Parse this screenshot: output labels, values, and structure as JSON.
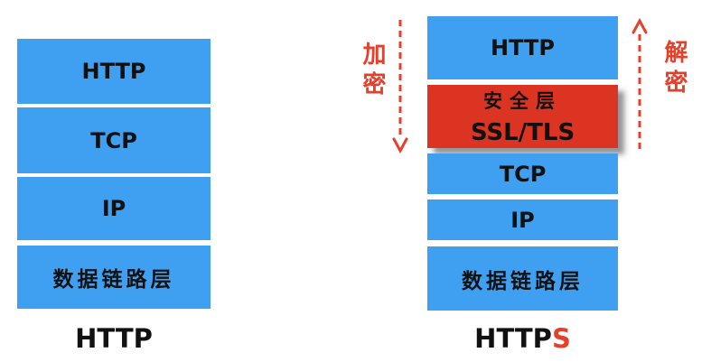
{
  "colors": {
    "layer_blue": "#3FA0F2",
    "security_red": "#DB3423",
    "annotation_red": "#E6402B",
    "text_black": "#111111",
    "background": "#FFFFFF"
  },
  "left_stack": {
    "layers": [
      {
        "label": "HTTP"
      },
      {
        "label": "TCP"
      },
      {
        "label": "IP"
      },
      {
        "label": "数据链路层"
      }
    ],
    "caption": "HTTP"
  },
  "right_stack": {
    "layers": [
      {
        "label": "HTTP"
      },
      {
        "label_line1": "安全层",
        "label_line2": "SSL/TLS"
      },
      {
        "label": "TCP"
      },
      {
        "label": "IP"
      },
      {
        "label": "数据链路层"
      }
    ],
    "caption_main": "HTTP",
    "caption_suffix": "S"
  },
  "annotations": {
    "encrypt": "加密",
    "decrypt": "解密"
  }
}
